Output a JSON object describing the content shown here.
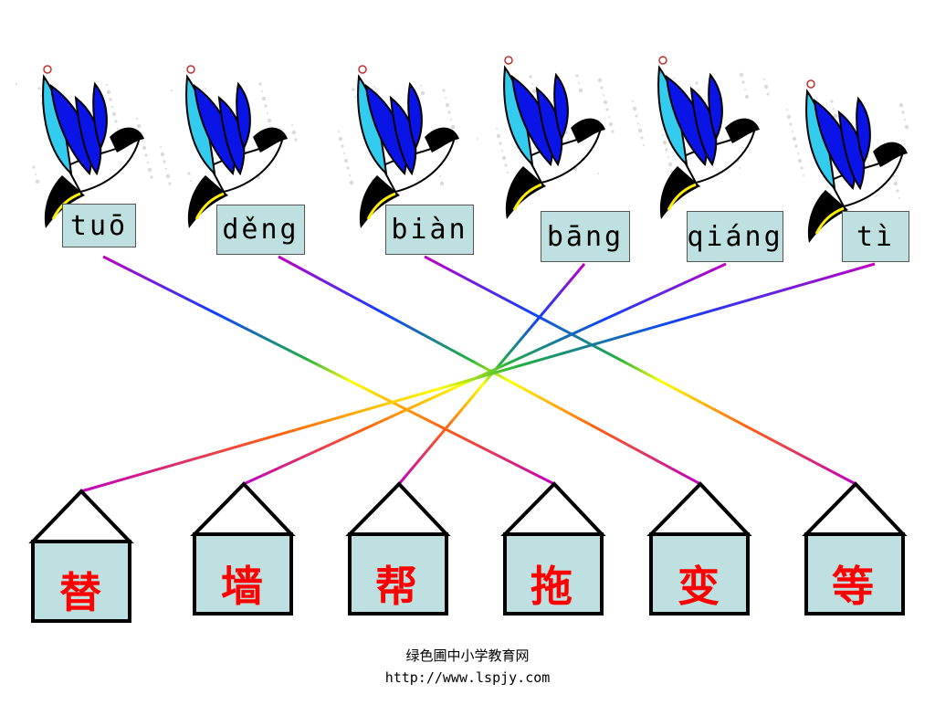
{
  "pinyin": [
    "tuō",
    "děng",
    "biàn",
    "bāng",
    "qiáng",
    "tì"
  ],
  "characters": [
    "替",
    "墙",
    "帮",
    "拖",
    "变",
    "等"
  ],
  "connections": [
    [
      0,
      3
    ],
    [
      1,
      4
    ],
    [
      2,
      5
    ],
    [
      3,
      2
    ],
    [
      4,
      1
    ],
    [
      5,
      0
    ]
  ],
  "colors": {
    "box_fill": "#bfe0e0",
    "character": "#ff0000",
    "bird_dark_blue": "#0a14e6",
    "bird_light_cyan": "#33ccee",
    "line_end": "#c000c0",
    "line_mid": "#ffff00"
  },
  "icons": [
    "bird-icon",
    "house-icon"
  ],
  "footer": {
    "site_name": "绿色圃中小学教育网",
    "url": "http://www.lspjy.com"
  }
}
